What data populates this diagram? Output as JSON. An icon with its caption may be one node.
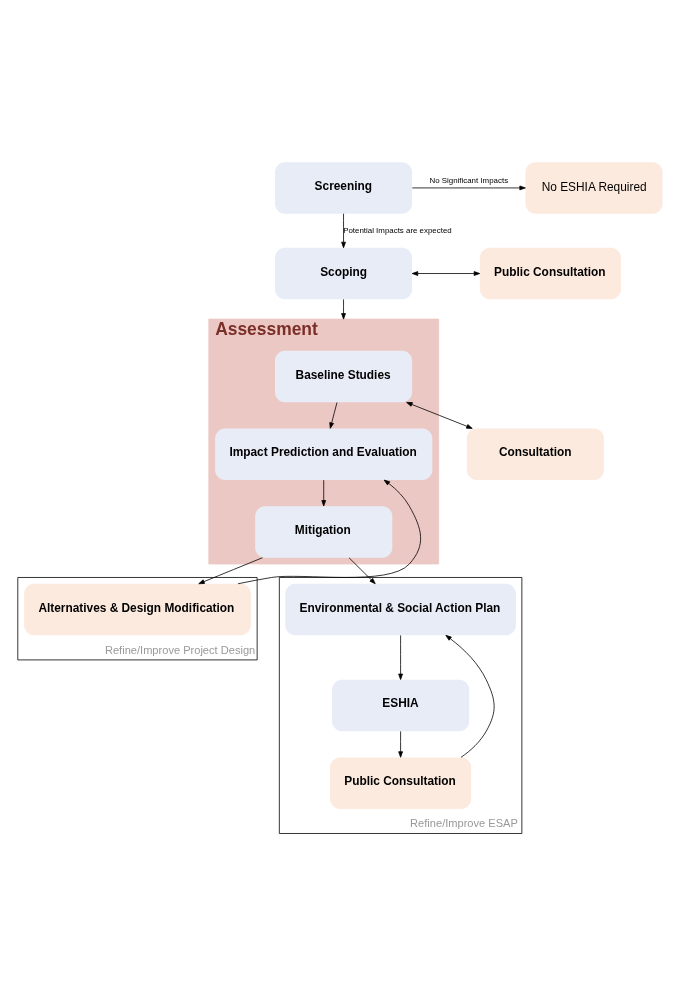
{
  "diagram": {
    "nodes": [
      {
        "text": [
          "Screening"
        ]
      },
      {
        "text": [
          "No ESHIA Required"
        ]
      },
      {
        "text": [
          "Scoping"
        ]
      },
      {
        "text": [
          "Public Consultation"
        ]
      },
      {
        "text": [
          "Assessment"
        ]
      },
      {
        "text": [
          "Baseline Studies"
        ],
        "in": 4
      },
      {
        "text": [
          "Consultation"
        ]
      },
      {
        "text": [
          "Refine/Improve Project Design"
        ]
      },
      {
        "text": [
          "Impact Prediction and Evaluation"
        ],
        "in": 4
      },
      {
        "text": [
          "Alternatives & Design Modification"
        ],
        "in": 7
      },
      {
        "text": [
          "Mitigation"
        ],
        "in": 4
      },
      {
        "text": [
          "Refine/Improve ESAP"
        ]
      },
      {
        "text": [
          "Environmental & Social Action Plan"
        ],
        "in": 11
      },
      {
        "text": [
          "Public Consultation"
        ],
        "in": 11
      },
      {
        "text": [
          "ESHIA"
        ],
        "in": 11
      }
    ],
    "edges": [
      {
        "from": 0,
        "to": 1,
        "arrow": "to",
        "label": "No Significant Impacts"
      },
      {
        "from": 0,
        "to": 2,
        "arrow": "to",
        "label": "Potential Impacts are expected"
      },
      {
        "from": 2,
        "to": 3,
        "arrow": "both"
      },
      {
        "from": 2,
        "to": 4,
        "arrow": "to"
      },
      {
        "from": 5,
        "to": 6,
        "arrow": "both"
      },
      {
        "from": 5,
        "to": 8,
        "arrow": "to"
      },
      {
        "from": 9,
        "to": 8,
        "arrow": "to"
      },
      {
        "from": 8,
        "to": 10,
        "arrow": "to"
      },
      {
        "from": 10,
        "to": 9,
        "arrow": "to"
      },
      {
        "from": 10,
        "to": 12,
        "arrow": "to"
      },
      {
        "from": 13,
        "to": 12,
        "arrow": "to"
      },
      {
        "from": 12,
        "to": 14,
        "arrow": "to"
      },
      {
        "from": 14,
        "to": 13,
        "arrow": "to"
      }
    ]
  }
}
